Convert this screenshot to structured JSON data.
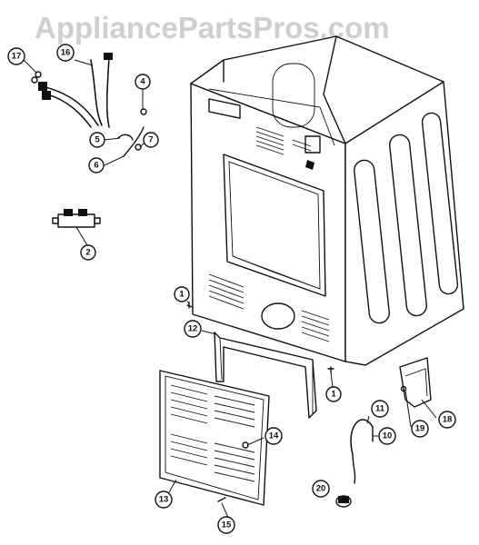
{
  "watermark": "AppliancePartsPros.com",
  "callouts": [
    {
      "id": "c17",
      "label": "17"
    },
    {
      "id": "c16",
      "label": "16"
    },
    {
      "id": "c4",
      "label": "4"
    },
    {
      "id": "c5",
      "label": "5"
    },
    {
      "id": "c7",
      "label": "7"
    },
    {
      "id": "c6",
      "label": "6"
    },
    {
      "id": "c2",
      "label": "2"
    },
    {
      "id": "c1a",
      "label": "1"
    },
    {
      "id": "c12",
      "label": "12"
    },
    {
      "id": "c1b",
      "label": "1"
    },
    {
      "id": "c11",
      "label": "11"
    },
    {
      "id": "c10",
      "label": "10"
    },
    {
      "id": "c18",
      "label": "18"
    },
    {
      "id": "c19",
      "label": "19"
    },
    {
      "id": "c14",
      "label": "14"
    },
    {
      "id": "c13",
      "label": "13"
    },
    {
      "id": "c20",
      "label": "20"
    },
    {
      "id": "c15",
      "label": "15"
    }
  ]
}
